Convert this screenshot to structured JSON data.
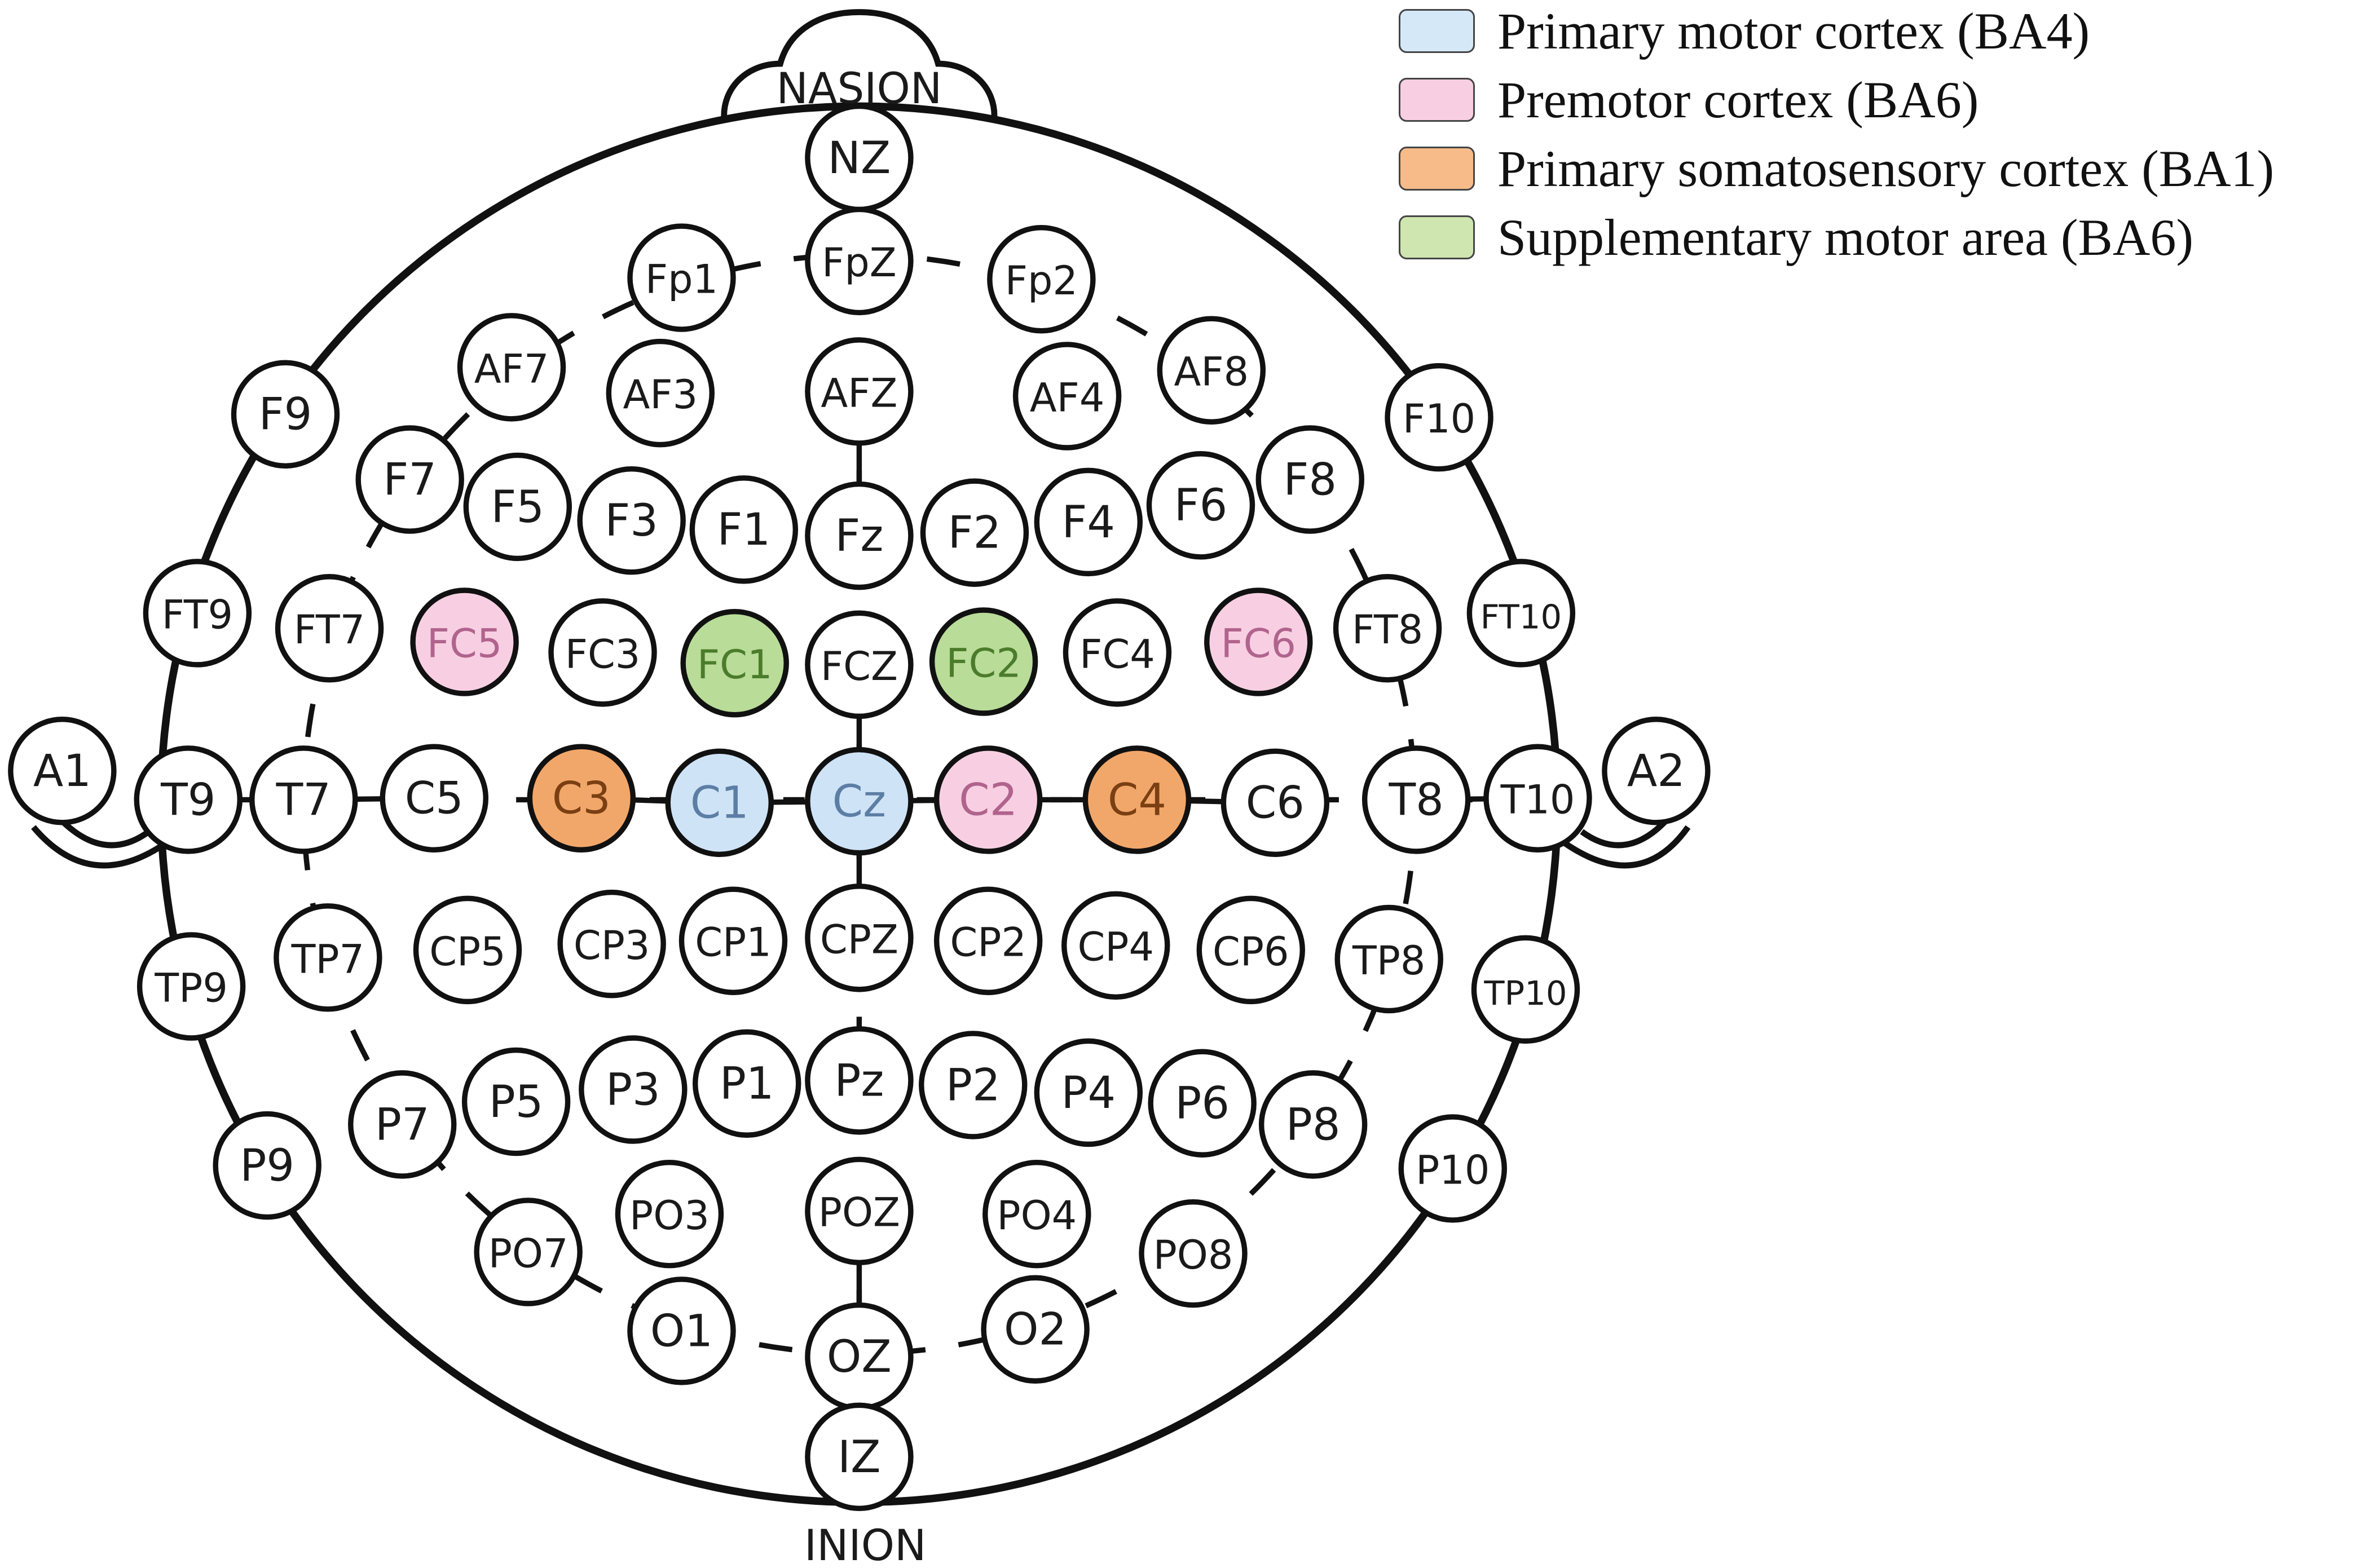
{
  "landmarks": {
    "nasion": "NASION",
    "inion": "INION"
  },
  "legend": [
    {
      "label": "Primary motor cortex (BA4)",
      "color": "#d5e8f8"
    },
    {
      "label": "Premotor cortex (BA6)",
      "color": "#f8cfe2"
    },
    {
      "label": "Primary somatosensory cortex (BA1)",
      "color": "#f7bb8a"
    },
    {
      "label": "Supplementary motor area (BA6)",
      "color": "#cfe6b0"
    }
  ],
  "region_colors": {
    "motor": {
      "fill": "#cfe3f7",
      "text": "#5d7ea4"
    },
    "premotor": {
      "fill": "#f8cfe2",
      "text": "#b0648d"
    },
    "somatosensory": {
      "fill": "#f2a76a",
      "text": "#7a3f12"
    },
    "sma": {
      "fill": "#b9dc98",
      "text": "#4b7c2b"
    }
  },
  "electrodes": [
    {
      "label": "NZ"
    },
    {
      "label": "FpZ"
    },
    {
      "label": "Fp1"
    },
    {
      "label": "Fp2"
    },
    {
      "label": "AF7"
    },
    {
      "label": "AF3"
    },
    {
      "label": "AFZ"
    },
    {
      "label": "AF4"
    },
    {
      "label": "AF8"
    },
    {
      "label": "F9"
    },
    {
      "label": "F10"
    },
    {
      "label": "F7"
    },
    {
      "label": "F5"
    },
    {
      "label": "F3"
    },
    {
      "label": "F1"
    },
    {
      "label": "Fz"
    },
    {
      "label": "F2"
    },
    {
      "label": "F4"
    },
    {
      "label": "F6"
    },
    {
      "label": "F8"
    },
    {
      "label": "FT9"
    },
    {
      "label": "FT7"
    },
    {
      "label": "FC5",
      "region": "premotor"
    },
    {
      "label": "FC3"
    },
    {
      "label": "FC1",
      "region": "sma"
    },
    {
      "label": "FCZ"
    },
    {
      "label": "FC2",
      "region": "sma"
    },
    {
      "label": "FC4"
    },
    {
      "label": "FC6",
      "region": "premotor"
    },
    {
      "label": "FT8"
    },
    {
      "label": "FT10"
    },
    {
      "label": "A1"
    },
    {
      "label": "T9"
    },
    {
      "label": "T7"
    },
    {
      "label": "C5"
    },
    {
      "label": "C3",
      "region": "somatosensory"
    },
    {
      "label": "C1",
      "region": "motor"
    },
    {
      "label": "Cz",
      "region": "motor"
    },
    {
      "label": "C2",
      "region": "premotor"
    },
    {
      "label": "C4",
      "region": "somatosensory"
    },
    {
      "label": "C6"
    },
    {
      "label": "T8"
    },
    {
      "label": "T10"
    },
    {
      "label": "A2"
    },
    {
      "label": "TP9"
    },
    {
      "label": "TP7"
    },
    {
      "label": "CP5"
    },
    {
      "label": "CP3"
    },
    {
      "label": "CP1"
    },
    {
      "label": "CPZ"
    },
    {
      "label": "CP2"
    },
    {
      "label": "CP4"
    },
    {
      "label": "CP6"
    },
    {
      "label": "TP8"
    },
    {
      "label": "TP10"
    },
    {
      "label": "P9"
    },
    {
      "label": "P7"
    },
    {
      "label": "P5"
    },
    {
      "label": "P3"
    },
    {
      "label": "P1"
    },
    {
      "label": "Pz"
    },
    {
      "label": "P2"
    },
    {
      "label": "P4"
    },
    {
      "label": "P6"
    },
    {
      "label": "P8"
    },
    {
      "label": "P10"
    },
    {
      "label": "PO7"
    },
    {
      "label": "PO3"
    },
    {
      "label": "POZ"
    },
    {
      "label": "PO4"
    },
    {
      "label": "PO8"
    },
    {
      "label": "O1"
    },
    {
      "label": "OZ"
    },
    {
      "label": "O2"
    },
    {
      "label": "IZ"
    }
  ]
}
